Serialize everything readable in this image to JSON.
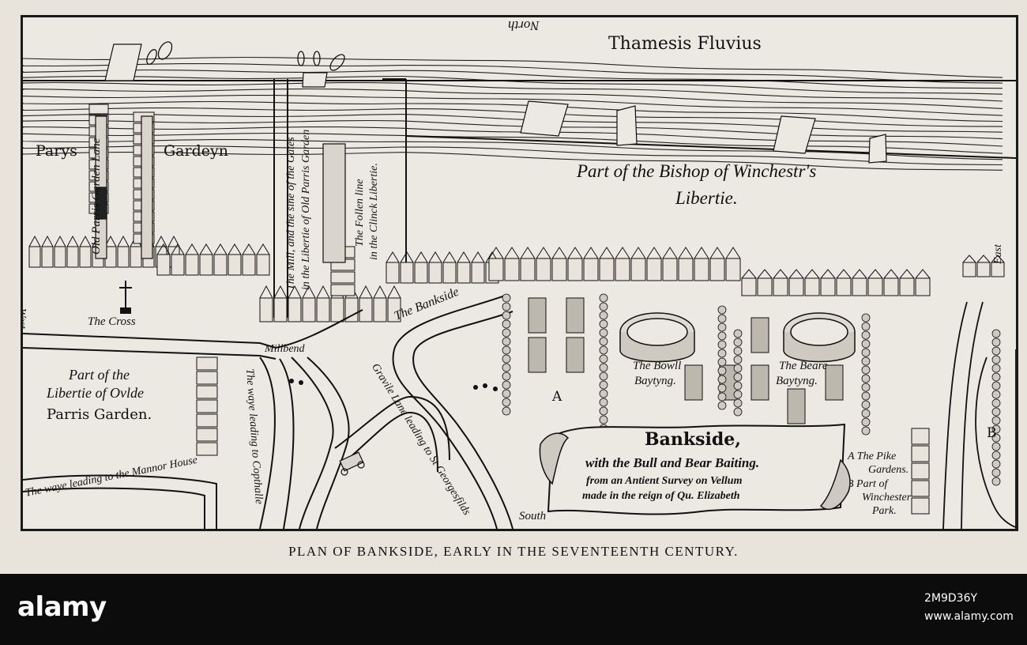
{
  "map": {
    "river_label": "Thamesis Fluvius",
    "north_label": "North",
    "south_label": "South",
    "east_label": "East",
    "west_label": "West",
    "bishop_liberty_line1": "Part of the Bishop of Winchestr's",
    "bishop_liberty_line2": "Libertie.",
    "parys_label": "Parys",
    "gardeyn_label": "Gardeyn",
    "old_parris_lane": "Old Parris Garden Lane",
    "mill_gates_line1": "The Mill, and the sine of the Gates",
    "mill_gates_line2": "in the Libertie of Old Parris Garden",
    "follen_line1": "The Follen line",
    "follen_line2": "in the Clinck Libertie.",
    "cross_label": "The Cross",
    "millbend_label": "Millbend",
    "bankside_road": "The Bankside",
    "gravile_lane": "Gravile Lane leading to St Georgesfilds",
    "waye_copthalle": "The waye leading to Copthalle",
    "waye_mannor": "The waye leading to the Mannor House",
    "ovlde_line1": "Part of the",
    "ovlde_line2": "Libertie of Ovlde",
    "ovlde_line3": "Parris Garden.",
    "bowll_line1": "The Bowll",
    "bowll_line2": "Baytyng.",
    "beare_line1": "The Beare",
    "beare_line2": "Baytyng.",
    "marker_a": "A",
    "marker_b": "B",
    "legend_a_line1": "A The Pike",
    "legend_a_line2": "Gardens.",
    "legend_b_line1": "B Part of",
    "legend_b_line2": "Winchester",
    "legend_b_line3": "Park.",
    "cartouche_title": "Bankside,",
    "cartouche_line2": "with the Bull and Bear Baiting.",
    "cartouche_line3": "from an Antient Survey on Vellum",
    "cartouche_line4": "made in the reign of Qu. Elizabeth"
  },
  "caption": "PLAN OF BANKSIDE, EARLY IN THE SEVENTEENTH CENTURY.",
  "stock": {
    "logo": "alamy",
    "image_id": "2M9D36Y",
    "url": "www.alamy.com"
  },
  "colors": {
    "ink": "#111111",
    "paper": "#ece9e2",
    "green_accent": "#2e7d32"
  }
}
